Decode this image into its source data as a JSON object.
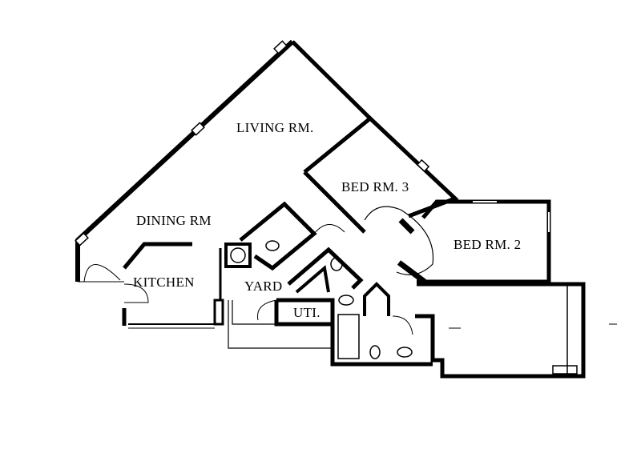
{
  "rooms": {
    "living": "LIVING RM.",
    "dining": "DINING RM",
    "bed3": "BED RM. 3",
    "bed2": "BED RM. 2",
    "kitchen": "KITCHEN",
    "yard": "YARD",
    "utility": "UTI."
  },
  "colors": {
    "wall": "#000000",
    "background": "#ffffff"
  }
}
